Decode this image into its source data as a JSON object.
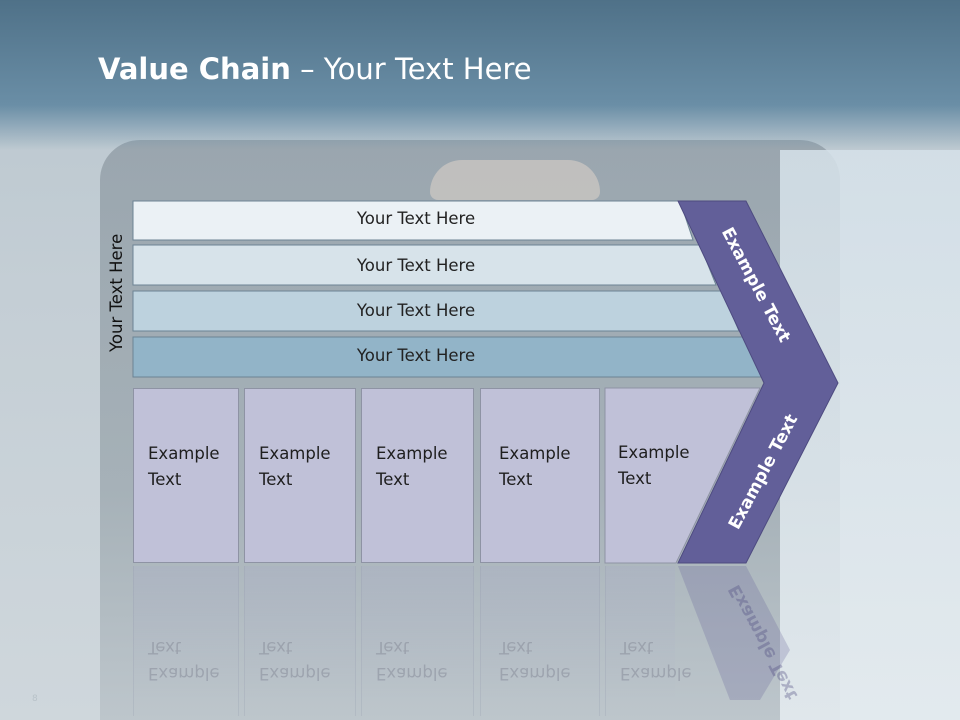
{
  "title": {
    "bold": "Value Chain",
    "rest": " – Your Text Here"
  },
  "side_label": "Your Text Here",
  "bars": [
    {
      "label": "Your Text Here"
    },
    {
      "label": "Your Text Here"
    },
    {
      "label": "Your Text Here"
    },
    {
      "label": "Your Text Here"
    }
  ],
  "boxes": [
    {
      "line1": "Example",
      "line2": "Text"
    },
    {
      "line1": "Example",
      "line2": "Text"
    },
    {
      "line1": "Example",
      "line2": "Text"
    },
    {
      "line1": "Example",
      "line2": "Text"
    },
    {
      "line1": "Example",
      "line2": "Text"
    }
  ],
  "chevron": {
    "upper": "Example Text",
    "lower": "Example Text"
  },
  "page_number": "8",
  "colors": {
    "chevron": "#625f99",
    "bar1": "#ebf1f5",
    "bar2": "#d7e3ea",
    "bar3": "#bdd2de",
    "bar4": "#92b4c8",
    "box": "#c0c1d8"
  }
}
